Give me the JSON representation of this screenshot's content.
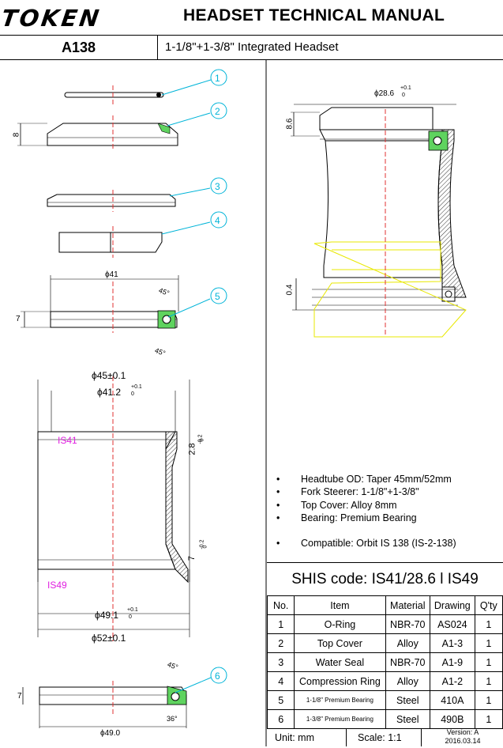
{
  "header": {
    "brand": "TOKEN",
    "title": "HEADSET TECHNICAL MANUAL"
  },
  "model": {
    "code": "A138",
    "description": "1-1/8\"+1-3/8\" Integrated Headset"
  },
  "dimensions": {
    "d41": "ϕ41",
    "d45": "ϕ45±0.1",
    "d412": "ϕ41.2",
    "d412_tol_plus": "+0.1",
    "d412_tol_zero": "0",
    "d491": "ϕ49.1",
    "d491_tol_plus": "+0.1",
    "d491_tol_zero": "0",
    "d52": "ϕ52±0.1",
    "d49": "ϕ49.0",
    "d286": "ϕ28.6",
    "d286_tol_plus": "+0.1",
    "d286_tol_zero": "0",
    "h8": "8",
    "h7a": "7",
    "h7b": "7",
    "h86": "8.6",
    "h04": "0.4",
    "depth28": "2.8",
    "depth28_tol": "-0.2",
    "depth28_zero": "0",
    "depth7": "7",
    "depth7_tol": "-0.2",
    "depth7_zero": "0",
    "angle45a": "45°",
    "angle45b": "45°",
    "angle45c": "45°",
    "angle36": "36°",
    "label_is41": "IS41",
    "label_is49": "IS49"
  },
  "balloons": [
    "1",
    "2",
    "3",
    "4",
    "5",
    "6"
  ],
  "specs": [
    "Headtube OD: Taper 45mm/52mm",
    "Fork Steerer: 1-1/8\"+1-3/8\"",
    "Top Cover: Alloy 8mm",
    "Bearing: Premium Bearing",
    "Compatible: Orbit IS 138 (IS-2-138)"
  ],
  "shis_code": "SHIS code: IS41/28.6 l IS49",
  "table": {
    "headers": [
      "No.",
      "Item",
      "Material",
      "Drawing",
      "Q'ty"
    ],
    "rows": [
      [
        "1",
        "O-Ring",
        "NBR-70",
        "AS024",
        "1"
      ],
      [
        "2",
        "Top Cover",
        "Alloy",
        "A1-3",
        "1"
      ],
      [
        "3",
        "Water Seal",
        "NBR-70",
        "A1-9",
        "1"
      ],
      [
        "4",
        "Compression Ring",
        "Alloy",
        "A1-2",
        "1"
      ],
      [
        "5",
        "1-1/8\" Premium Bearing",
        "Steel",
        "410A",
        "1"
      ],
      [
        "6",
        "1-3/8\" Premium Bearing",
        "Steel",
        "490B",
        "1"
      ]
    ]
  },
  "footer": {
    "unit": "Unit: mm",
    "scale": "Scale: 1:1",
    "version": "Version: A",
    "date": "2016.03.14"
  },
  "colors": {
    "center_line": "#e03030",
    "balloon": "#00b4d8",
    "is_label": "#e020e0",
    "bearing_seal": "#5fd35f",
    "fork_outline": "#e8e800"
  }
}
